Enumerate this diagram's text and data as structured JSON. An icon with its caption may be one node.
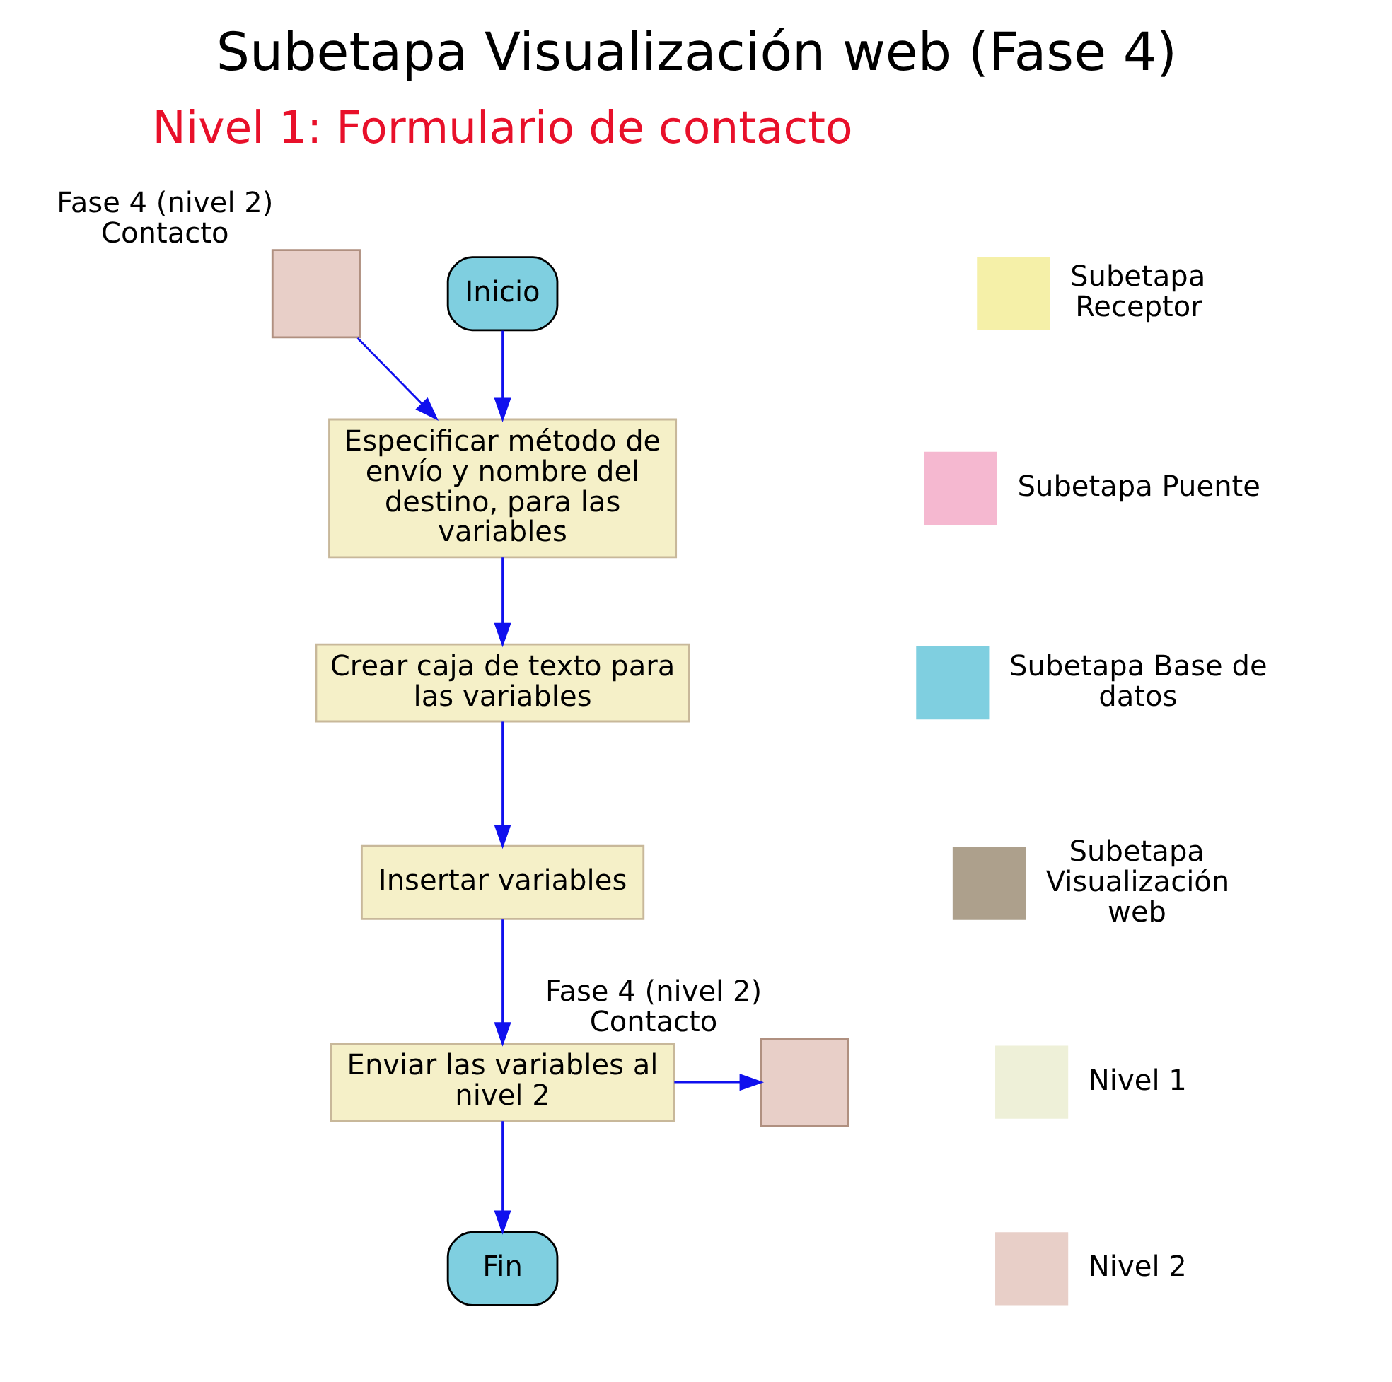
{
  "diagram": {
    "title": "Subetapa Visualización web (Fase 4)",
    "nodes": [
      {
        "text": [
          "Inicio"
        ]
      },
      {
        "text": [],
        "shape": "box",
        "beside": [
          "Fase 4 (nivel 2) Contacto"
        ]
      },
      {
        "text": [
          "Especificar método de envío y nombre del destino, para las variables"
        ]
      },
      {
        "text": [
          "Crear caja de texto para las variables"
        ]
      },
      {
        "text": [
          "Insertar variables"
        ]
      },
      {
        "text": [
          "Enviar las variables al nivel 2"
        ]
      },
      {
        "text": [],
        "shape": "box",
        "beside": [
          "Fase 4 (nivel 2) Contacto"
        ]
      },
      {
        "text": [
          "Fin"
        ]
      }
    ],
    "edges": [
      {
        "from": 0,
        "to": 2,
        "arrow": "to"
      },
      {
        "from": 1,
        "to": 2,
        "arrow": "to"
      },
      {
        "from": 2,
        "to": 3,
        "arrow": "to"
      },
      {
        "from": 3,
        "to": 4,
        "arrow": "to"
      },
      {
        "from": 4,
        "to": 5,
        "arrow": "to"
      },
      {
        "from": 5,
        "to": 6,
        "arrow": "to"
      },
      {
        "from": 5,
        "to": 7,
        "arrow": "to"
      }
    ],
    "labels": [
      "Nivel 1: Formulario de contacto"
    ],
    "legend": [
      {
        "text": "Subetapa Receptor",
        "color": "#f5f0a8"
      },
      {
        "text": "Subetapa Puente",
        "color": "#f5b8d0"
      },
      {
        "text": "Subetapa Base de datos",
        "color": "#7fcfe0"
      },
      {
        "text": "Subetapa Visualización web",
        "color": "#ada08c"
      },
      {
        "text": "Nivel 1",
        "color": "#eef0d8"
      },
      {
        "text": "Nivel 2",
        "color": "#e8cfc8"
      }
    ]
  }
}
